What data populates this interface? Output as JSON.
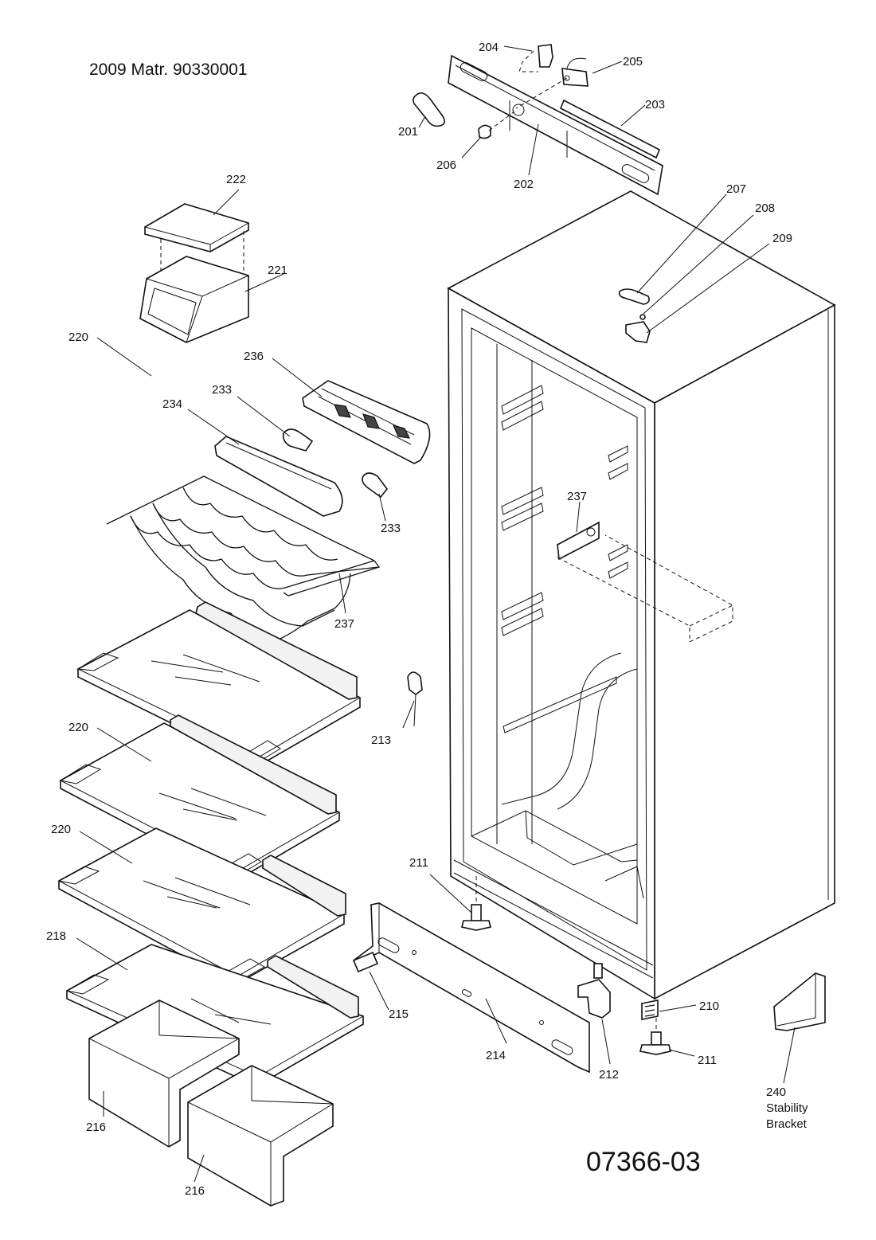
{
  "header": {
    "text": "2009 Matr. 90330001"
  },
  "drawing_number": "07366-03",
  "callouts": [
    "201",
    "202",
    "203",
    "204",
    "205",
    "206",
    "207",
    "208",
    "209",
    "210",
    "211",
    "211",
    "212",
    "213",
    "214",
    "215",
    "216",
    "216",
    "218",
    "220",
    "220",
    "220",
    "221",
    "222",
    "233",
    "233",
    "234",
    "236",
    "237",
    "237",
    "240",
    "Stability",
    "Bracket"
  ]
}
